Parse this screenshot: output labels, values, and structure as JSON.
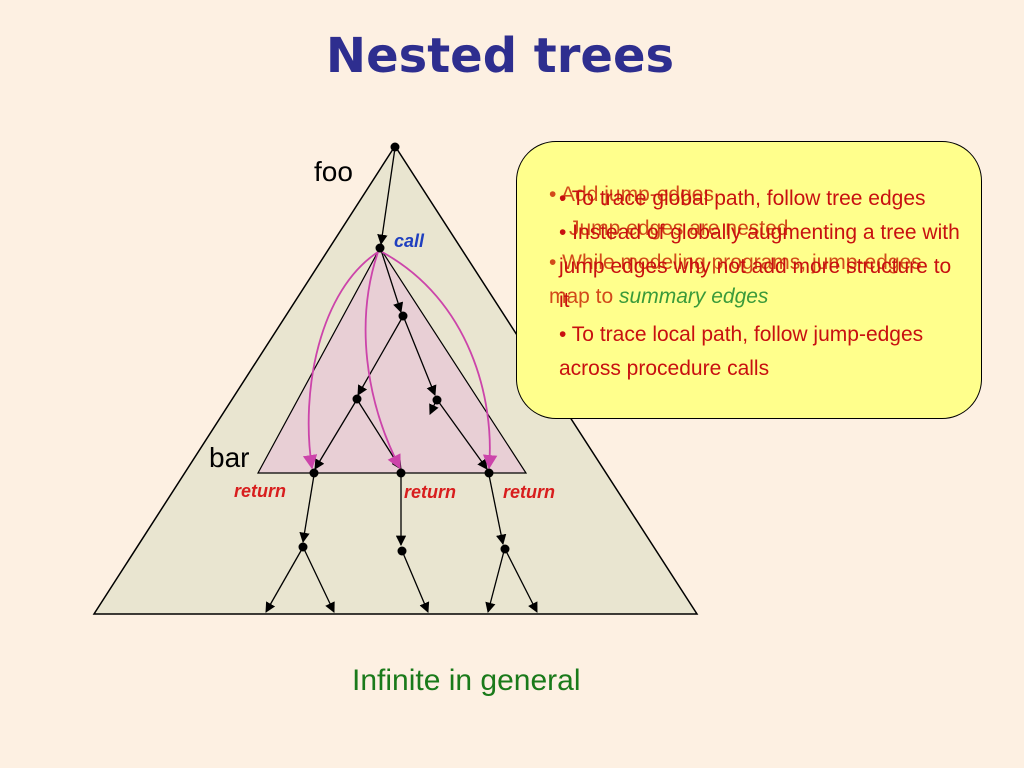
{
  "title": "Nested trees",
  "labels": {
    "foo": "foo",
    "bar": "bar",
    "call": "call",
    "return_1": "return",
    "return_2": "return",
    "return_3": "return"
  },
  "note": {
    "layer_a": [
      "• Add jump-edges",
      "Jump edges are nested",
      "• While modeling programs, jump-edges map to",
      "summary edges"
    ],
    "layer_b": [
      "• To trace global path, follow tree edges",
      "• Instead of globally augmenting a tree with jump edges why not add more structure to it",
      "• To trace local path, follow jump-edges across procedure calls"
    ]
  },
  "caption": "Infinite in general",
  "colors": {
    "background": "#fdf0e2",
    "outer_tree": "#e9e5d0",
    "inner_tree": "#e8cfd5",
    "jump_edge": "#cc44aa",
    "note_box": "#ffff8c",
    "title": "#2e2e8f",
    "caption": "#1a7a1a"
  }
}
